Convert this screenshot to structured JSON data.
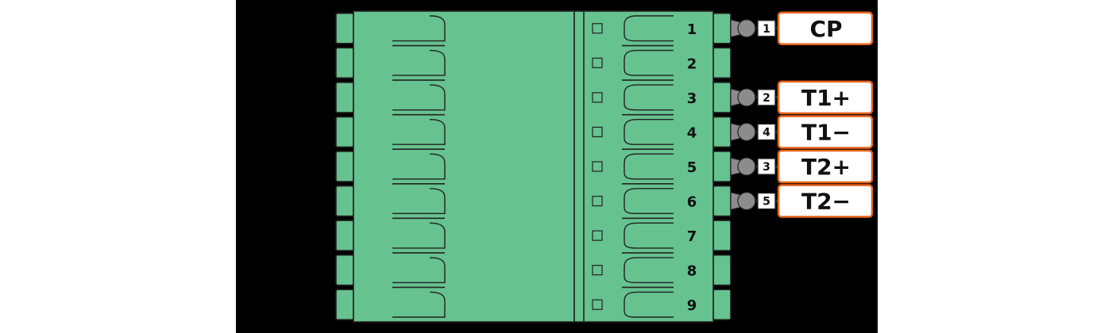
{
  "colors": {
    "backdrop": "#000000",
    "connector_green": "#66c28f",
    "outline": "#222222",
    "label_border": "#e8621a",
    "plug_gray": "#8c8c8c",
    "page_white": "#ffffff"
  },
  "terminal_block": {
    "pins": [
      {
        "number": "1"
      },
      {
        "number": "2"
      },
      {
        "number": "3"
      },
      {
        "number": "4"
      },
      {
        "number": "5"
      },
      {
        "number": "6"
      },
      {
        "number": "7"
      },
      {
        "number": "8"
      },
      {
        "number": "9"
      }
    ]
  },
  "wires": [
    {
      "pin": 1,
      "wire_number": "1",
      "label": "CP"
    },
    {
      "pin": 3,
      "wire_number": "2",
      "label": "T1+"
    },
    {
      "pin": 4,
      "wire_number": "4",
      "label": "T1−"
    },
    {
      "pin": 5,
      "wire_number": "3",
      "label": "T2+"
    },
    {
      "pin": 6,
      "wire_number": "5",
      "label": "T2−"
    }
  ]
}
